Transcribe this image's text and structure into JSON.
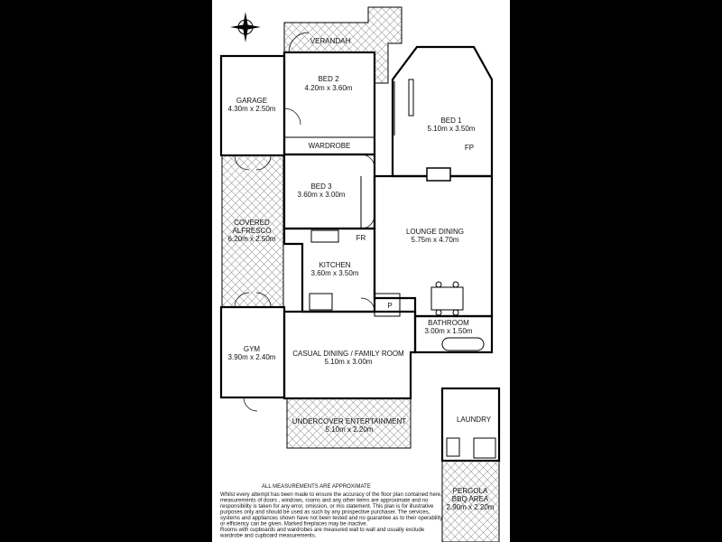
{
  "compass": {
    "icon": "compass-rose-icon"
  },
  "rooms": {
    "verandah": {
      "name": "VERANDAH"
    },
    "bed2": {
      "name": "BED 2",
      "size": "4.20m x 3.60m"
    },
    "bed1": {
      "name": "BED 1",
      "size": "5.10m x 3.50m",
      "fp": "FP"
    },
    "garage": {
      "name": "GARAGE",
      "size": "4.30m x 2.50m"
    },
    "wardrobe": {
      "name": "WARDROBE"
    },
    "bed3": {
      "name": "BED 3",
      "size": "3.60m x 3.00m"
    },
    "alfresco": {
      "name1": "COVERED",
      "name2": "ALFRESCO",
      "size": "6.20m x 2.50m"
    },
    "lounge": {
      "name": "LOUNGE DINING",
      "size": "5.75m x 4.70m"
    },
    "fridge": {
      "name": "FR"
    },
    "kitchen": {
      "name": "KITCHEN",
      "size": "3.60m x 3.50m"
    },
    "pantry": {
      "name": "P"
    },
    "bathroom": {
      "name": "BATHROOM",
      "size": "3.00m x 1.50m"
    },
    "gym": {
      "name": "GYM",
      "size": "3.90m x 2.40m"
    },
    "casual": {
      "name": "CASUAL DINING  / FAMILY ROOM",
      "size": "5.10m x 3.00m"
    },
    "laundry": {
      "name": "LAUNDRY"
    },
    "undercover": {
      "name": "UNDERCOVER ENTERTAINMENT",
      "size": "5.10m x 2.20m"
    },
    "pergola": {
      "name1": "PERGOLA",
      "name2": "BBQ AREA",
      "size": "2.90m x 2.20m"
    }
  },
  "disclaimer": {
    "heading": "ALL MEASUREMENTS ARE APPROXIMATE",
    "lines": [
      "Whilst every attempt has been made to ensure the accuracy of the floor plan contained here,",
      "measurements of doors , windows, rooms and any other items are approximate and no",
      "responsibility is taken for any error, omission, or mis statement. This plan is for illustrative",
      "purposes only and should be used as such by any prospective purchaser. The services,",
      "systems and appliances shown have not been tested and no guarantee as to their operability",
      "or efficiency can be given. Marked fireplaces may be inactive.",
      "Rooms with cupboards and wardrobes are measured wall to wall and usually exclude",
      "wardrobe and cupboard measurements."
    ]
  }
}
